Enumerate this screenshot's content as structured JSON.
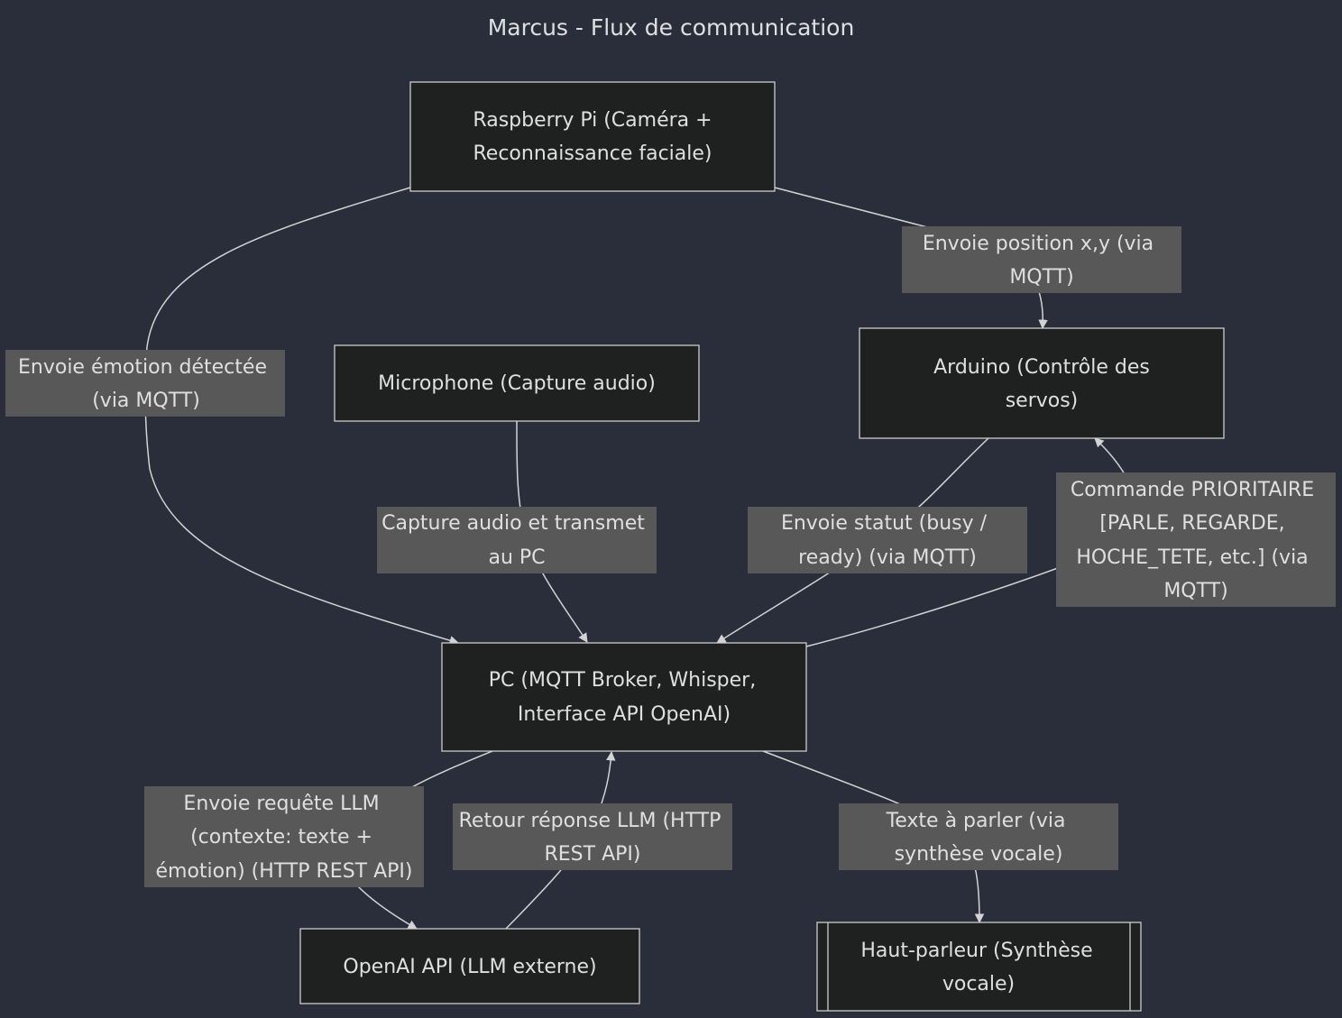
{
  "diagram": {
    "title": "Marcus - Flux de communication",
    "nodes": {
      "raspberry": {
        "lines": [
          "Raspberry Pi (Caméra +",
          "Reconnaissance faciale)"
        ]
      },
      "microphone": {
        "lines": [
          "Microphone (Capture audio)"
        ]
      },
      "arduino": {
        "lines": [
          "Arduino (Contrôle des",
          "servos)"
        ]
      },
      "pc": {
        "lines": [
          "PC (MQTT Broker, Whisper,",
          "Interface API OpenAI)"
        ]
      },
      "openai": {
        "lines": [
          "OpenAI API (LLM externe)"
        ]
      },
      "speaker": {
        "lines": [
          "Haut-parleur (Synthèse",
          "vocale)"
        ]
      }
    },
    "edges": {
      "rpi_arduino": {
        "lines": [
          "Envoie position x,y (via",
          "MQTT)"
        ]
      },
      "rpi_pc": {
        "lines": [
          "Envoie émotion détectée",
          "(via MQTT)"
        ]
      },
      "mic_pc": {
        "lines": [
          "Capture audio et transmet",
          "au PC"
        ]
      },
      "arduino_pc": {
        "lines": [
          "Envoie statut (busy /",
          "ready) (via MQTT)"
        ]
      },
      "pc_arduino": {
        "lines": [
          "Commande PRIORITAIRE",
          "[PARLE, REGARDE,",
          "HOCHE_TETE, etc.] (via",
          "MQTT)"
        ]
      },
      "pc_openai": {
        "lines": [
          "Envoie requête LLM",
          "(contexte: texte +",
          "émotion) (HTTP REST API)"
        ]
      },
      "openai_pc": {
        "lines": [
          "Retour réponse LLM (HTTP",
          "REST API)"
        ]
      },
      "pc_speaker": {
        "lines": [
          "Texte à parler (via",
          "synthèse vocale)"
        ]
      }
    }
  }
}
